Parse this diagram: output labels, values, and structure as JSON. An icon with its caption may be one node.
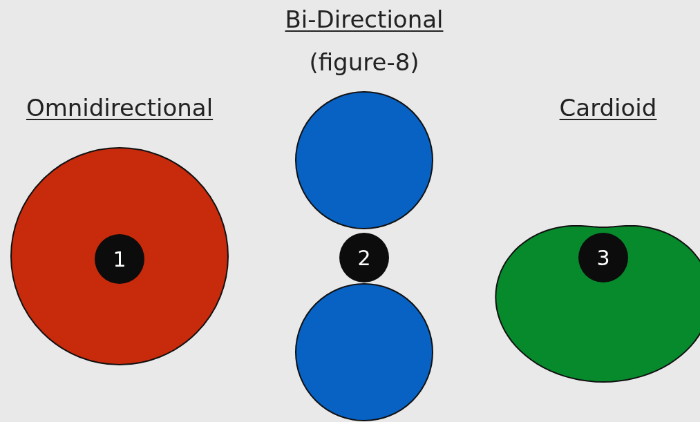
{
  "diagram": {
    "nodes": [
      {
        "text": [
          "1"
        ]
      },
      {
        "text": [
          "2"
        ]
      },
      {
        "text": [
          "3"
        ]
      }
    ],
    "labels": [
      "Bi-Directional",
      "(figure-8)",
      "Omnidirectional",
      "Cardioid"
    ]
  }
}
